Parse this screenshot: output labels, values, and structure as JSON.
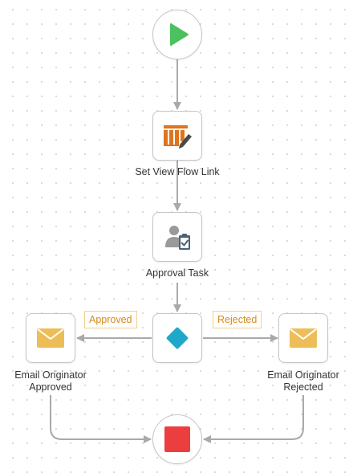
{
  "workflow": {
    "start": {
      "icon": "play-icon",
      "color": "#4cc15f"
    },
    "set_view_flow_link": {
      "label": "Set View Flow Link",
      "icon": "spreadsheet-edit-icon",
      "color": "#e0741c"
    },
    "approval_task": {
      "label": "Approval Task",
      "icon": "user-clipboard-icon",
      "color": "#4a6278"
    },
    "decision": {
      "icon": "diamond-icon",
      "color": "#1fa8c9"
    },
    "email_approved": {
      "label_line1": "Email Originator",
      "label_line2": "Approved",
      "icon": "envelope-icon",
      "color": "#edbe58"
    },
    "email_rejected": {
      "label_line1": "Email Originator",
      "label_line2": "Rejected",
      "icon": "envelope-icon",
      "color": "#edbe58"
    },
    "end": {
      "icon": "stop-icon",
      "color": "#ec3e3e"
    },
    "branches": {
      "approved": "Approved",
      "rejected": "Rejected"
    }
  }
}
